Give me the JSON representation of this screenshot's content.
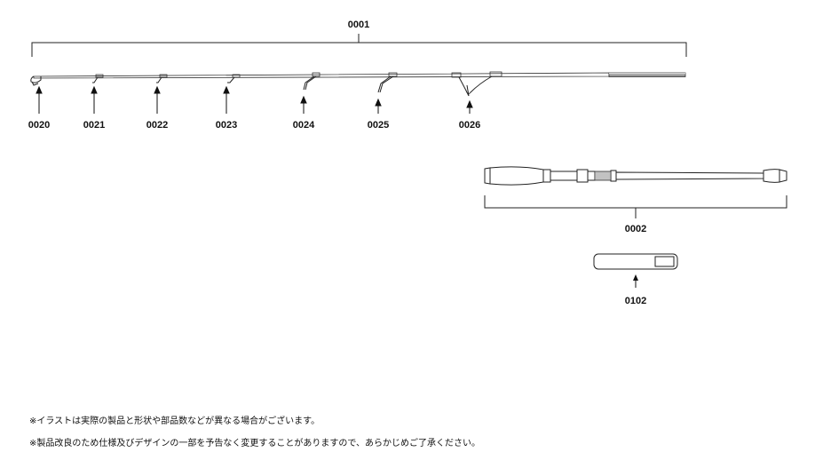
{
  "parts": {
    "rod_tip_section": "0001",
    "guide_0020": "0020",
    "guide_0021": "0021",
    "guide_0022": "0022",
    "guide_0023": "0023",
    "guide_0024": "0024",
    "guide_0025": "0025",
    "guide_0026": "0026",
    "butt_section": "0002",
    "rod_case": "0102"
  },
  "notes": {
    "line1": "※イラストは実際の製品と形状や部品数などが異なる場合がございます。",
    "line2": "※製品改良のため仕様及びデザインの一部を予告なく変更することがありますので、あらかじめご了承ください。"
  }
}
